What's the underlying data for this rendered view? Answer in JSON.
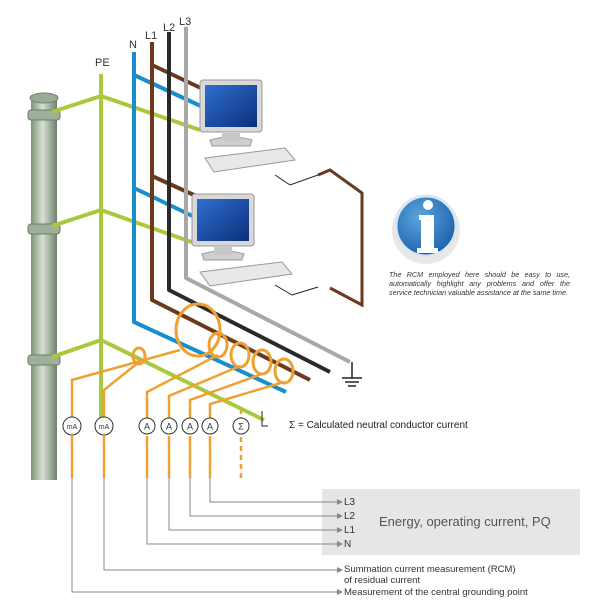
{
  "conductors": {
    "pe": "PE",
    "n": "N",
    "l1": "L1",
    "l2": "L2",
    "l3": "L3"
  },
  "sigma_legend": "Σ = Calculated neutral conductor current",
  "meters": {
    "ma1": "mA",
    "ma2": "mA",
    "a1": "A",
    "a2": "A",
    "a3": "A",
    "a4": "A",
    "sigma": "Σ"
  },
  "info_note": "The RCM employed here should be easy to use, automatically highlight any problems and offer the service technician valuable assistance at the same time.",
  "energy_box": {
    "l3": "L3",
    "l2": "L2",
    "l1": "L1",
    "n": "N",
    "label": "Energy, operating current, PQ"
  },
  "rcm_label_line1": "Summation current measurement (RCM)",
  "rcm_label_line2": "of residual current",
  "grounding_label": "Measurement of the central grounding point",
  "colors": {
    "pe": "#a9c93c",
    "n": "#1a8ecb",
    "l1": "#6b3a1c",
    "l2": "#2a2a2a",
    "l3": "#a8a8a8",
    "orange": "#f0a030",
    "pipe": "#8a9c86"
  }
}
